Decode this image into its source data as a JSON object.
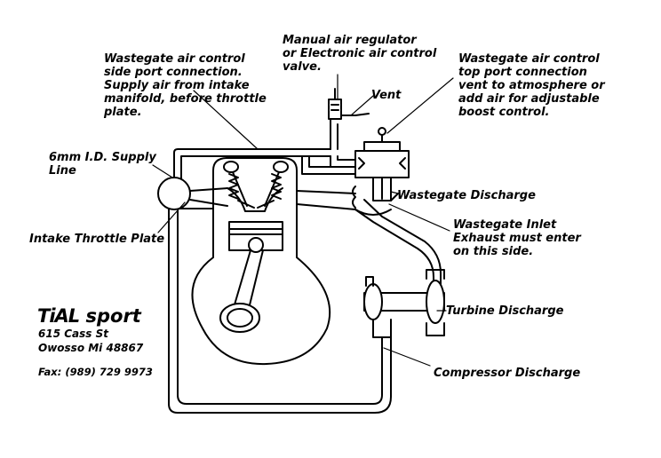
{
  "labels": {
    "wastegate_side_port": [
      "Wastegate air control",
      "side port connection.",
      "Supply air from intake",
      "manifold, before throttle",
      "plate."
    ],
    "manual_regulator": [
      "Manual air regulator",
      "or Electronic air control",
      "valve."
    ],
    "wastegate_top_port": [
      "Wastegate air control",
      "top port connection",
      "vent to atmosphere or",
      "add air for adjustable",
      "boost control."
    ],
    "vent": "Vent",
    "supply_line": [
      "6mm I.D. Supply",
      "Line"
    ],
    "wastegate_discharge": "Wastegate Discharge",
    "intake_throttle_plate": "Intake Throttle Plate",
    "wastegate_inlet": [
      "Wastegate Inlet",
      "Exhaust must enter",
      "on this side."
    ],
    "turbine_discharge": "Turbine Discharge",
    "compressor_discharge": "Compressor Discharge"
  },
  "company": {
    "logo": "TiAL",
    "logo_suffix": "sport",
    "address_line1": "615 Cass St",
    "address_line2": "Owosso Mi 48867",
    "fax": "Fax: (989) 729 9973"
  },
  "colors": {
    "ink": "#000000",
    "paper": "#ffffff"
  }
}
